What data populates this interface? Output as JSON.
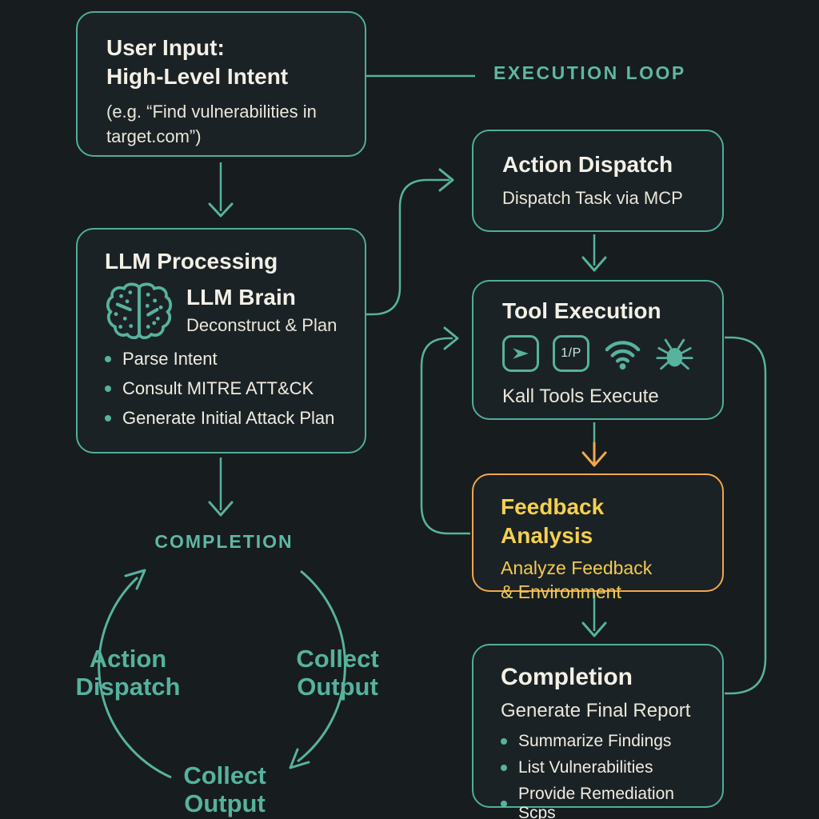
{
  "colors": {
    "background": "#171c1e",
    "box_fill": "#1b2225",
    "teal_accent": "#4fae99",
    "teal_text": "#5fb7a4",
    "off_white_text": "#f3f0e7",
    "yellow_text": "#f5d04f",
    "orange_border": "#f3a64d"
  },
  "execution_loop_label": "EXECUTION LOOP",
  "nodes": {
    "user_input": {
      "title1": "User Input:",
      "title2": "High-Level Intent",
      "sub1": "(e.g. “Find vulnerabilities in",
      "sub2": "target.com”)"
    },
    "llm_processing": {
      "title": "LLM Processing",
      "brain_icon": "brain-icon",
      "brain_title": "LLM Brain",
      "brain_sub": "Deconstruct & Plan",
      "bullets": [
        "Parse Intent",
        "Consult MITRE ATT&CK",
        "Generate Initial Attack Plan"
      ]
    },
    "action_dispatch": {
      "title": "Action Dispatch",
      "sub": "Dispatch Task via MCP"
    },
    "tool_execution": {
      "title": "Tool Execution",
      "icons": [
        "terminal-send-icon",
        "one-p-badge-icon",
        "wifi-icon",
        "bug-icon"
      ],
      "badge": "1/P",
      "sub": "Kall Tools Execute"
    },
    "feedback_analysis": {
      "title": "Feedback Analysis",
      "sub1": "Analyze Feedback",
      "sub2": "& Environment"
    },
    "completion": {
      "title": "Completion",
      "sub": "Generate Final Report",
      "bullets": [
        "Summarize Findings",
        "List Vulnerabilities",
        "Provide Remediation Scps"
      ]
    }
  },
  "cycle": {
    "label": "COMPLETION",
    "left1": "Action",
    "left2": "Dispatch",
    "right1": "Collect",
    "right2": "Output",
    "bottom1": "Collect",
    "bottom2": "Output"
  }
}
